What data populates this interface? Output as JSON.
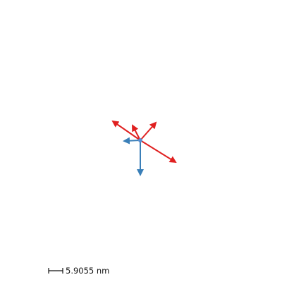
{
  "scene": {
    "background": "#ffffff",
    "arrows": [
      {
        "name": "red-arrow-upper-left",
        "color": "#e02020"
      },
      {
        "name": "red-arrow-lower-right",
        "color": "#e02020"
      },
      {
        "name": "red-arrow-upper-right",
        "color": "#e02020"
      },
      {
        "name": "red-arrow-up",
        "color": "#e02020"
      },
      {
        "name": "blue-arrow-left",
        "color": "#3a7fb8"
      },
      {
        "name": "blue-arrow-down",
        "color": "#3a7fb8"
      }
    ],
    "center_marker_color": "#5a8fd0"
  },
  "scale_bar": {
    "label": "5.9055 nm"
  }
}
